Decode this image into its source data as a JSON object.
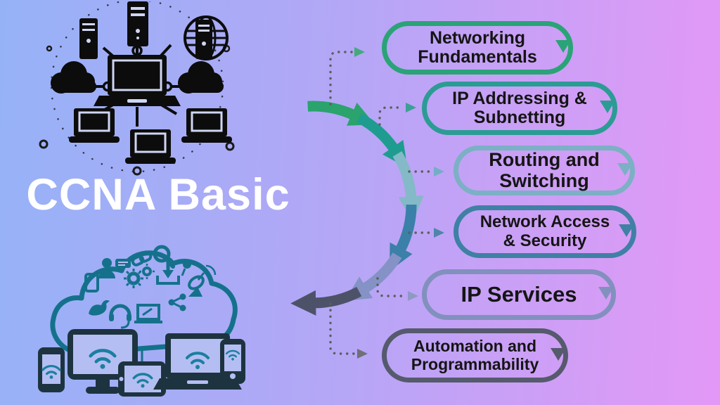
{
  "title": "CCNA Basic",
  "background": {
    "gradient_left": "#96b2f7",
    "gradient_right": "#e398f6"
  },
  "modules": [
    {
      "line1": "Networking",
      "line2": "Fundamentals",
      "color": "#2aa377"
    },
    {
      "line1": "IP Addressing &",
      "line2": "Subnetting",
      "color": "#2b9c94"
    },
    {
      "line1": "Routing and",
      "line2": "Switching",
      "color": "#7cb0c4"
    },
    {
      "line1": "Network Access",
      "line2": "& Security",
      "color": "#3f80a4"
    },
    {
      "line1": "IP Services",
      "line2": "",
      "color": "#8290bd"
    },
    {
      "line1": "Automation and",
      "line2": "Programmability",
      "color": "#555a6d"
    }
  ],
  "flow_arc": {
    "segment_colors": [
      "#2aa36d",
      "#1f9c90",
      "#84b9c7",
      "#3b80a8",
      "#8492c5",
      "#4d5269"
    ]
  },
  "illustrations": {
    "network_diagram": "black icon cluster: server towers, globe server, clouds and laptops linked to a central laptop inside a dotted circle",
    "cloud_devices": "teal cloud filled with app icons (search, link, gears, download, chat user, bird, headset, laptop, share, pin, satellite, tablet) wired to wifi devices: phone, monitor, tablet, laptop, phone"
  }
}
